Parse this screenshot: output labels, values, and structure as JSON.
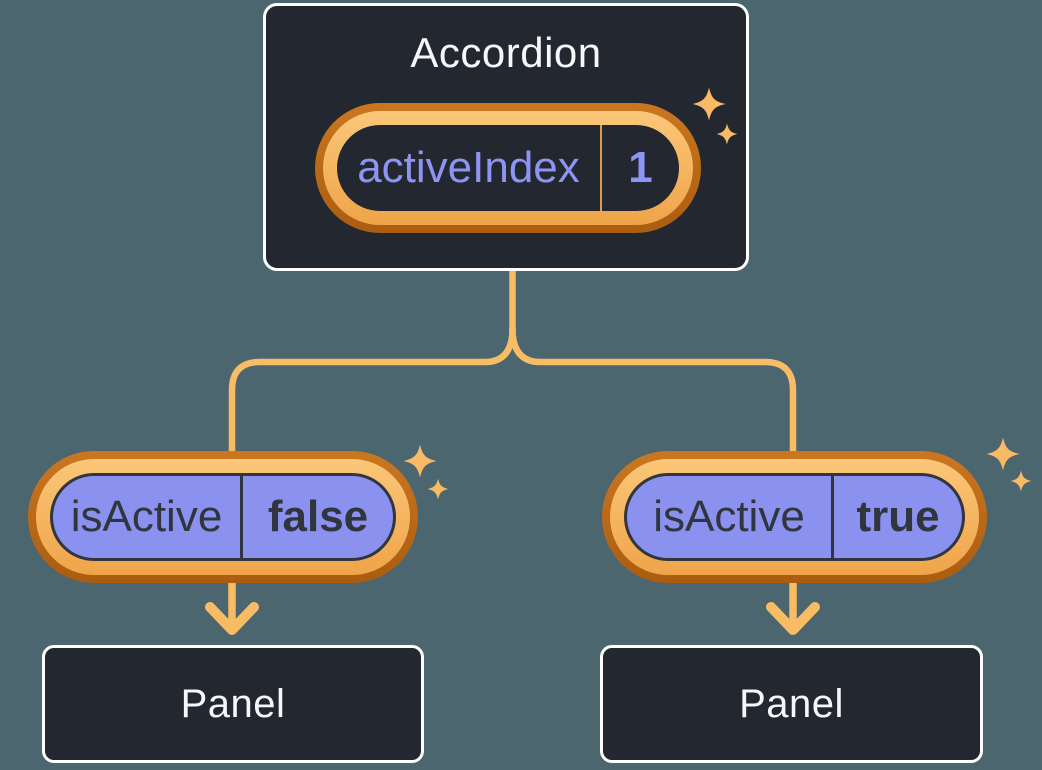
{
  "colors": {
    "background": "#4C6670",
    "box_fill": "#23272F",
    "box_border": "#FFFFFF",
    "pill_fill": "#8A91EE",
    "ring_outer": "#BC6715",
    "ring_inner": "#F7B763",
    "connector": "#F8BC64",
    "accent_text_purple": "#8E94F3",
    "dark_text": "#31363E",
    "light_text": "#F6F7F9"
  },
  "root_component": {
    "title": "Accordion",
    "state_pill": {
      "label": "activeIndex",
      "value": "1"
    }
  },
  "children": [
    {
      "prop_pill": {
        "label": "isActive",
        "value": "false"
      },
      "panel_title": "Panel"
    },
    {
      "prop_pill": {
        "label": "isActive",
        "value": "true"
      },
      "panel_title": "Panel"
    }
  ],
  "icons": {
    "sparkle": "4-point-star"
  }
}
